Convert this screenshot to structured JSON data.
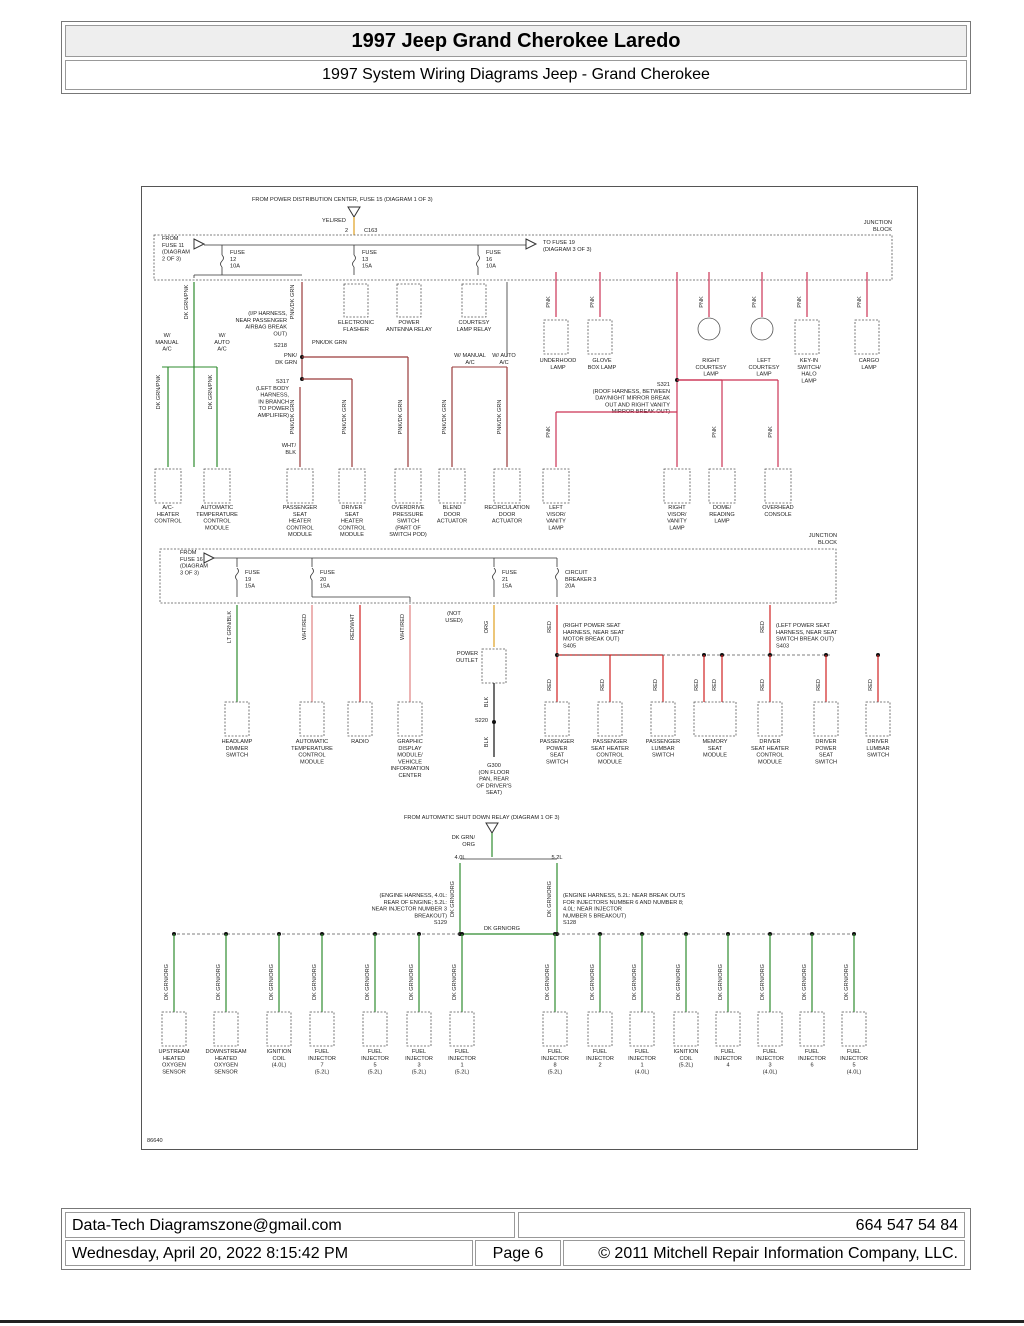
{
  "header": {
    "title": "1997 Jeep Grand Cherokee Laredo",
    "subtitle": "1997 System Wiring Diagrams Jeep - Grand Cherokee"
  },
  "footer": {
    "source": "Data-Tech Diagramszone@gmail.com",
    "phone": "664 547 54 84",
    "datetime": "Wednesday, April 20, 2022 8:15:42 PM",
    "page": "Page 6",
    "copyright": "© 2011 Mitchell Repair Information Company, LLC."
  },
  "diagram": {
    "figure_id": "86640",
    "wire_colors": {
      "pink": "#cc3355",
      "dkgrn": "#2e8b2e",
      "pnkdkgrn": "#9a3b3b",
      "red": "#d02020",
      "orange": "#e0a020",
      "black": "#111111",
      "gray": "#888888"
    },
    "section1": {
      "source": "FROM POWER DISTRIBUTION CENTER, FUSE 15 (DIAGRAM 1 OF 3)",
      "feed_wire": "YEL/RED",
      "pin": "2",
      "conn": "C163",
      "junction": [
        "JUNCTION",
        "BLOCK"
      ],
      "from_fuse": [
        "FROM",
        "FUSE 11",
        "(DIAGRAM",
        "2 OF 3)"
      ],
      "to_fuse": [
        "TO FUSE 19",
        "(DIAGRAM 3 OF 3)"
      ],
      "fuses": [
        [
          "FUSE",
          "12",
          "10A"
        ],
        [
          "FUSE",
          "13",
          "15A"
        ],
        [
          "FUSE",
          "16",
          "10A"
        ]
      ],
      "relays": [
        [
          "ELECTRONIC",
          "FLASHER"
        ],
        [
          "POWER",
          "ANTENNA RELAY"
        ],
        [
          "COURTESY",
          "LAMP RELAY"
        ]
      ],
      "ip_note": [
        "(I/P HARNESS,",
        "NEAR PASSENGER",
        "AIRBAG BREAK",
        "OUT)"
      ],
      "splice_s218": "S218",
      "wire_pnk_dkgrn": "PNK/DK GRN",
      "pnk_dk_grn": [
        "PNK/",
        "DK GRN"
      ],
      "s317_note": [
        "S317",
        "(LEFT BODY",
        "HARNESS,",
        "IN BRANCH",
        "TO POWER",
        "AMPLIFIER)"
      ],
      "wht_blk": [
        "WHT/",
        "BLK"
      ],
      "manual_ac": [
        "W/",
        "MANUAL",
        "A/C"
      ],
      "auto_ac": [
        "W/",
        "AUTO",
        "A/C"
      ],
      "manual_ac2": [
        "W/ MANUAL",
        "A/C"
      ],
      "auto_ac2": [
        "W/ AUTO",
        "A/C"
      ],
      "s321_note": [
        "S321",
        "(ROOF HARNESS, BETWEEN",
        "DAY/NIGHT MIRROR BREAK",
        "OUT AND RIGHT VANITY",
        "MIRROR BREAK OUT)"
      ],
      "top_loads": [
        [
          "UNDERHOOD",
          "LAMP"
        ],
        [
          "GLOVE",
          "BOX LAMP"
        ],
        [
          "RIGHT",
          "COURTESY",
          "LAMP"
        ],
        [
          "LEFT",
          "COURTESY",
          "LAMP"
        ],
        [
          "KEY-IN",
          "SWITCH/",
          "HALO",
          "LAMP"
        ],
        [
          "CARGO",
          "LAMP"
        ]
      ],
      "bottom_loads": [
        [
          "A/C-",
          "HEATER",
          "CONTROL"
        ],
        [
          "AUTOMATIC",
          "TEMPERATURE",
          "CONTROL",
          "MODULE"
        ],
        [
          "PASSENGER",
          "SEAT",
          "HEATER",
          "CONTROL",
          "MODULE"
        ],
        [
          "DRIVER",
          "SEAT",
          "HEATER",
          "CONTROL",
          "MODULE"
        ],
        [
          "OVERDRIVE",
          "PRESSURE",
          "SWITCH",
          "(PART OF",
          "SWITCH POD)"
        ],
        [
          "BLEND",
          "DOOR",
          "ACTUATOR"
        ],
        [
          "RECIRCULATION",
          "DOOR",
          "ACTUATOR"
        ],
        [
          "LEFT",
          "VISOR/",
          "VANITY",
          "LAMP"
        ],
        [
          "RIGHT",
          "VISOR/",
          "VANITY",
          "LAMP"
        ],
        [
          "DOME/",
          "READING",
          "LAMP"
        ],
        [
          "OVERHEAD",
          "CONSOLE"
        ]
      ]
    },
    "section2": {
      "junction": [
        "JUNCTION",
        "BLOCK"
      ],
      "from_fuse": [
        "FROM",
        "FUSE 16",
        "(DIAGRAM",
        "3 OF 3)"
      ],
      "fuses": [
        [
          "FUSE",
          "19",
          "15A"
        ],
        [
          "FUSE",
          "20",
          "15A"
        ],
        [
          "FUSE",
          "21",
          "15A"
        ],
        [
          "CIRCUIT",
          "BREAKER 3",
          "20A"
        ]
      ],
      "not_used": [
        "(NOT",
        "USED)"
      ],
      "power_outlet": [
        "POWER",
        "OUTLET"
      ],
      "s405_note": [
        "(RIGHT POWER SEAT",
        "HARNESS, NEAR SEAT",
        "MOTOR BREAK OUT)",
        "S405"
      ],
      "s403_note": [
        "(LEFT POWER SEAT",
        "HARNESS, NEAR SEAT",
        "SWITCH BREAK OUT)",
        "S403"
      ],
      "s220": "S220",
      "ground": [
        "G300",
        "(ON FLOOR",
        "PAN, REAR",
        "OF DRIVER'S",
        "SEAT)"
      ],
      "loads": [
        [
          "HEADLAMP",
          "DIMMER",
          "SWITCH"
        ],
        [
          "AUTOMATIC",
          "TEMPERATURE",
          "CONTROL",
          "MODULE"
        ],
        [
          "RADIO"
        ],
        [
          "GRAPHIC",
          "DISPLAY",
          "MODULE/",
          "VEHICLE",
          "INFORMATION",
          "CENTER"
        ],
        [
          "PASSENGER",
          "POWER",
          "SEAT",
          "SWITCH"
        ],
        [
          "PASSENGER",
          "SEAT HEATER",
          "CONTROL",
          "MODULE"
        ],
        [
          "PASSENGER",
          "LUMBAR",
          "SWITCH"
        ],
        [
          "MEMORY",
          "SEAT",
          "MODULE"
        ],
        [
          "DRIVER",
          "SEAT HEATER",
          "CONTROL",
          "MODULE"
        ],
        [
          "DRIVER",
          "POWER",
          "SEAT",
          "SWITCH"
        ],
        [
          "DRIVER",
          "LUMBAR",
          "SWITCH"
        ]
      ]
    },
    "section3": {
      "source": "FROM AUTOMATIC SHUT DOWN RELAY (DIAGRAM 1 OF 3)",
      "feed_wire": [
        "DK GRN/",
        "ORG"
      ],
      "engine_40": "4.0L",
      "engine_52": "5.2L",
      "left_note": [
        "(ENGINE HARNESS, 4.0L:",
        "REAR OF ENGINE; 5.2L:",
        "NEAR INJECTOR NUMBER 3",
        "BREAKOUT)",
        "S129"
      ],
      "right_note": [
        "(ENGINE HARNESS, 5.2L: NEAR BREAK OUTS",
        "FOR INJECTORS NUMBER 6 AND NUMBER 8;",
        "4.0L: NEAR INJECTOR",
        "NUMBER 5 BREAKOUT)",
        "S128"
      ],
      "bus_wire": "DK GRN/ORG",
      "wire_label": "DK GRN/ORG",
      "loads": [
        [
          "UPSTREAM",
          "HEATED",
          "OXYGEN",
          "SENSOR"
        ],
        [
          "DOWNSTREAM",
          "HEATED",
          "OXYGEN",
          "SENSOR"
        ],
        [
          "IGNITION",
          "COIL",
          "(4.0L)"
        ],
        [
          "FUEL",
          "INJECTOR",
          "7",
          "(5.2L)"
        ],
        [
          "FUEL",
          "INJECTOR",
          "5",
          "(5.2L)"
        ],
        [
          "FUEL",
          "INJECTOR",
          "3",
          "(5.2L)"
        ],
        [
          "FUEL",
          "INJECTOR",
          "1",
          "(5.2L)"
        ],
        [
          "FUEL",
          "INJECTOR",
          "8",
          "(5.2L)"
        ],
        [
          "FUEL",
          "INJECTOR",
          "2"
        ],
        [
          "FUEL",
          "INJECTOR",
          "1",
          "(4.0L)"
        ],
        [
          "IGNITION",
          "COIL",
          "(5.2L)"
        ],
        [
          "FUEL",
          "INJECTOR",
          "4"
        ],
        [
          "FUEL",
          "INJECTOR",
          "3",
          "(4.0L)"
        ],
        [
          "FUEL",
          "INJECTOR",
          "6"
        ],
        [
          "FUEL",
          "INJECTOR",
          "5",
          "(4.0L)"
        ]
      ]
    }
  }
}
